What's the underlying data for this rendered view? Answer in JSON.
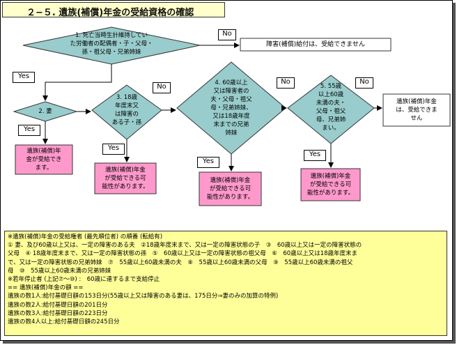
{
  "title": "２−５. 遺族(補償)年金の受給資格の確認",
  "decisions": {
    "q1": [
      "1. 死亡当時生計維持してい",
      "た労働者の配偶者・子・父母・",
      "孫・祖父母・兄弟姉妹"
    ],
    "q2": [
      "2. 妻"
    ],
    "q3": [
      "3. 18歳",
      "年度末又",
      "は障害の",
      "ある子・孫"
    ],
    "q4": [
      "4. 60歳以上",
      "又は障害者の",
      "夫・父母・祖父",
      "母・兄弟姉妹、",
      "又は18歳年度",
      "末までの兄弟",
      "姉妹"
    ],
    "q5": [
      "5. 55歳",
      "以上60歳",
      "未満の夫・",
      "父母・祖父",
      "母、兄弟姉",
      "まい。"
    ]
  },
  "outcomes": {
    "none_top": "障害(補償)給付は、受給できません",
    "wife": [
      "遺族(補償)年",
      "金が受給でき",
      "ます。"
    ],
    "possible_3": [
      "遺族(補償)年金",
      "が受給できる可",
      "能性があります。"
    ],
    "possible_4": [
      "遺族(補償)年金",
      "が受給できる可",
      "能性があります。"
    ],
    "possible_5": [
      "遺族(補償)年金",
      "が受給できる可",
      "能性があります。"
    ],
    "none_right": [
      "遺族(補償)年金",
      "は、受給できま",
      "せん"
    ]
  },
  "labels": {
    "yes": "Yes",
    "no": "No"
  },
  "colors": {
    "diamond": "#99cccc",
    "pink": "#ff99cc",
    "note": "#ffff99",
    "title": "#ffffcc"
  },
  "notes": [
    "※遺族(補償)年金の受給権者 (最先順位者) の順番 (転給有)",
    "① 妻、及び60歳以上又は、一定の障害のある夫　②18歳年度末まで、又は一定の障害状態の子　③　60歳以上又は一定の障害状態の",
    "父母　④ 18歳年度末まで、又は一定の障害状態の孫　⑤　60歳以上又は一定の障害状態の祖父母　⑥　60歳以上又は18歳年度末ま",
    "で、又は一定の障害状態の兄弟姉妹　⑦　55歳以上60歳未満の夫　⑧　55歳以上60歳未満の父母　⑨　55歳以上60歳未満の祖父",
    "母　⑩　55歳以上60歳未満の兄弟姉妹",
    "※若年停止者 (上記⑦〜⑩) :　60歳に達するまで支給停止",
    "== 遺族(補償)年金の額 ==",
    "遺族の数1人:給付基礎日額の153日分(55歳以上又は障害のある妻は、175日分⇒妻のみの加算の特例)",
    "遺族の数2人:給付基礎日額の201日分",
    "遺族の数3人:給付基礎日額の223日分",
    "遺族の数4人以上:給付基礎日額の245日分"
  ]
}
